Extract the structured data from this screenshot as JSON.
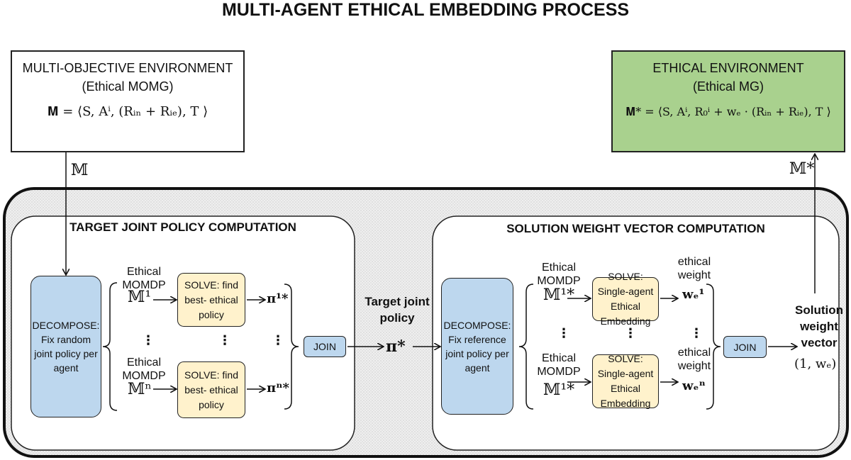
{
  "title": "MULTI-AGENT ETHICAL EMBEDDING PROCESS",
  "mo_env": {
    "line1": "MULTI-OBJECTIVE ENVIRONMENT",
    "line2": "(Ethical MOMG)",
    "formula": "𝐌 = ⟨S, Aⁱ, (Rᵢₙ + Rᵢₑ), T ⟩"
  },
  "eth_env": {
    "line1": "ETHICAL ENVIRONMENT",
    "line2": "(Ethical MG)",
    "formula": "𝐌* = ⟨S, Aⁱ, R₀ⁱ + wₑ · (Rᵢₙ + Rᵢₑ), T ⟩"
  },
  "arrow_M_label": "𝕄",
  "arrow_Mstar_label": "𝕄*",
  "left_panel": {
    "title": "TARGET JOINT POLICY COMPUTATION",
    "decompose": "DECOMPOSE: Fix random joint policy per agent",
    "top_label": [
      "Ethical",
      "MOMDP"
    ],
    "top_math": "𝕄¹",
    "bottom_label": [
      "Ethical",
      "MOMDP"
    ],
    "bottom_math": "𝕄ⁿ",
    "solve_top": "SOLVE: find best- ethical policy",
    "solve_bottom": "SOLVE: find best- ethical policy",
    "pi_top": "π¹*",
    "pi_bottom": "πⁿ*",
    "dots": "⋮",
    "join": "JOIN"
  },
  "middle": {
    "label": "Target joint policy",
    "math": "π*"
  },
  "right_panel": {
    "title": "SOLUTION WEIGHT VECTOR COMPUTATION",
    "decompose": "DECOMPOSE: Fix reference joint policy per agent",
    "top_label": [
      "Ethical",
      "MOMDP"
    ],
    "top_math": "𝕄¹*",
    "bottom_label": [
      "Ethical",
      "MOMDP"
    ],
    "bottom_math": "𝕄¹*",
    "solve_top": "SOLVE: Single-agent Ethical Embedding",
    "solve_bottom": "SOLVE: Single-agent Ethical Embedding",
    "w_top_label": [
      "ethical",
      "weight"
    ],
    "w_top": "wₑ¹",
    "w_bottom_label": [
      "ethical",
      "weight"
    ],
    "w_bottom": "wₑⁿ",
    "dots": "⋮",
    "join": "JOIN"
  },
  "solution": {
    "label": "Solution weight vector",
    "math": "(1, wₑ)"
  },
  "colors": {
    "blue": "#bdd7ee",
    "yellow": "#fff2cc",
    "green": "#a9d18e",
    "outer_bg": "#ececec"
  }
}
